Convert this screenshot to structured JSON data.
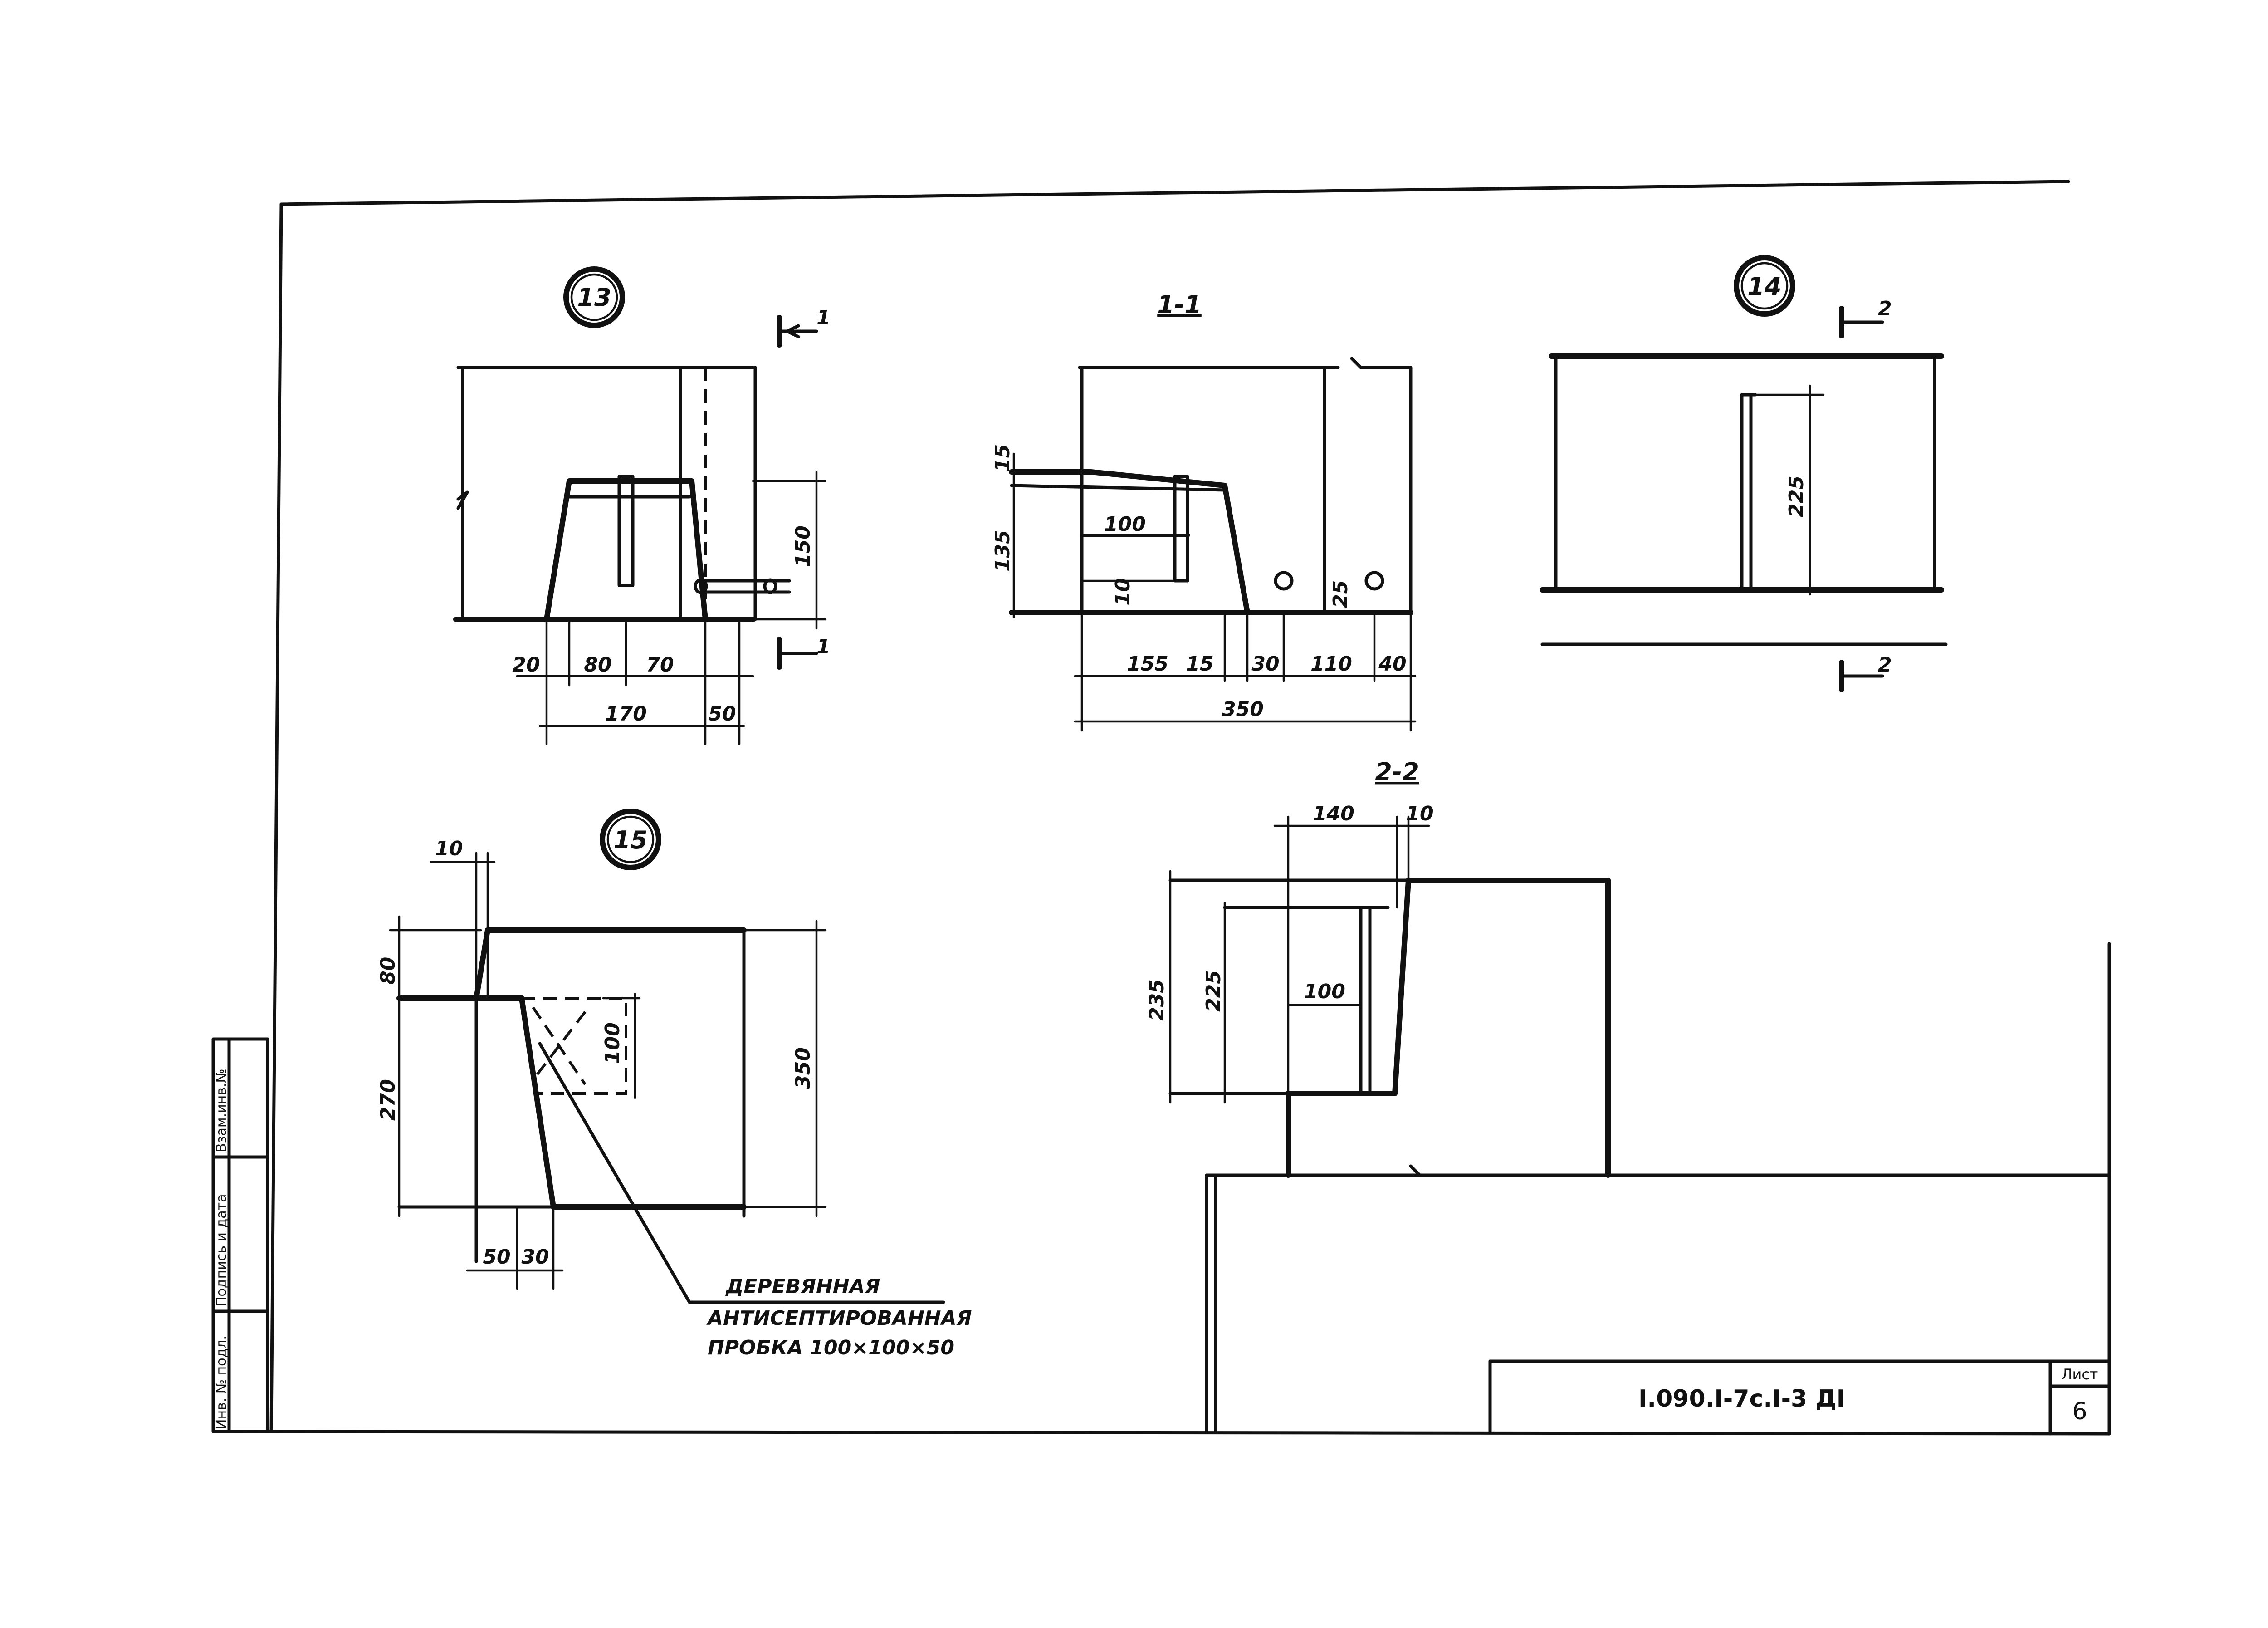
{
  "sheet": {
    "code": "I.090.I-7c.I-3 ДI",
    "sheet_label": "Лист",
    "sheet_number": "6"
  },
  "stamp": {
    "col1": "Инв. № подл.",
    "col2": "Подпись и дата",
    "col3": "Взам.инв.№"
  },
  "detail13": {
    "marker": "13",
    "section_mark": "1",
    "dims": {
      "d20": "20",
      "d80": "80",
      "d70": "70",
      "d170": "170",
      "d50": "50",
      "d150": "150"
    }
  },
  "section11": {
    "title": "1-1",
    "dims": {
      "d15": "15",
      "d135": "135",
      "d100": "100",
      "d10": "10",
      "d25": "25",
      "d155": "155",
      "d15b": "15",
      "d30": "30",
      "d110": "110",
      "d40": "40",
      "d350": "350"
    }
  },
  "detail14": {
    "marker": "14",
    "section_mark": "2",
    "dims": {
      "d225": "225"
    }
  },
  "detail15": {
    "marker": "15",
    "dims": {
      "d10": "10",
      "d80": "80",
      "d270": "270",
      "d100": "100",
      "d350": "350",
      "d50": "50",
      "d30": "30"
    },
    "note_line1": "ДЕРЕВЯННАЯ",
    "note_line2": "АНТИСЕПТИРОВАННАЯ",
    "note_line3": "ПРОБКА 100×100×50"
  },
  "section22": {
    "title": "2-2",
    "dims": {
      "d140": "140",
      "d10": "10",
      "d235": "235",
      "d225": "225",
      "d100": "100"
    }
  }
}
